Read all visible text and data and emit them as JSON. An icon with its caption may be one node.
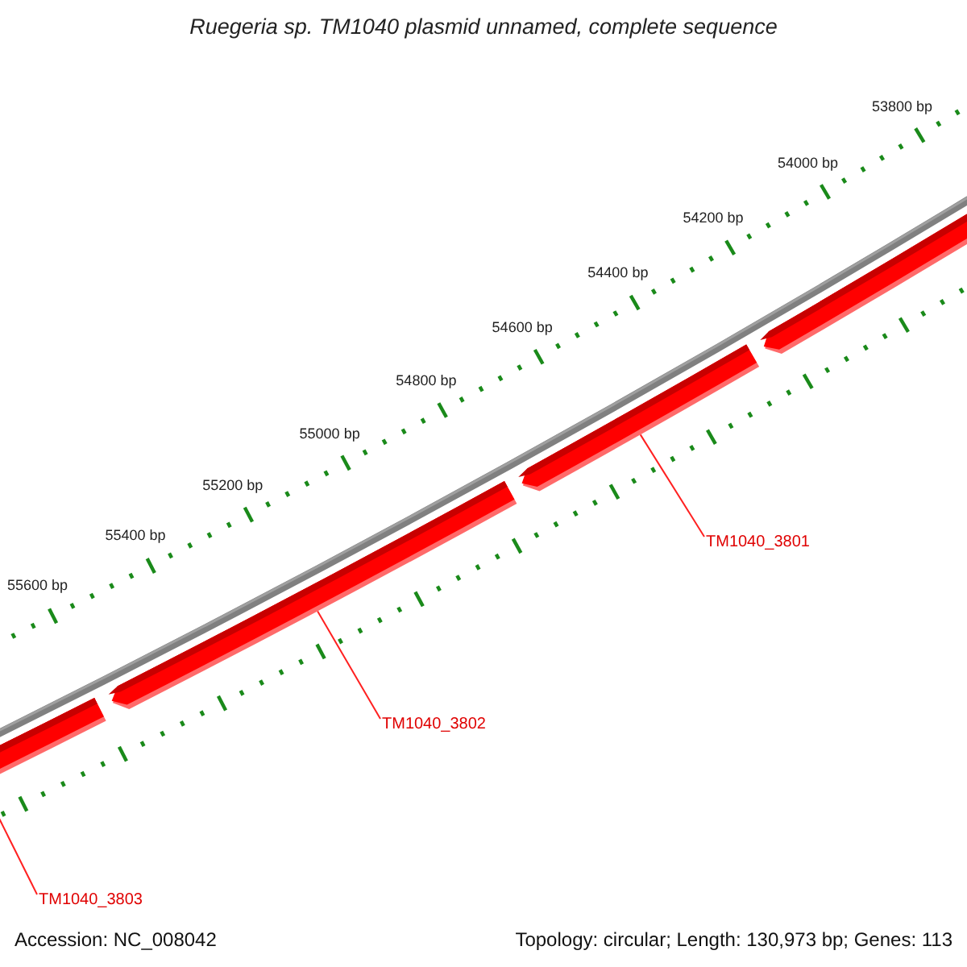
{
  "diagram": {
    "title": "Ruegeria sp. TM1040 plasmid unnamed, complete sequence",
    "nodes": [
      {
        "text": [
          "TM1040_3801"
        ]
      },
      {
        "text": [],
        "shape": "arrow"
      },
      {
        "text": [
          "TM1040_3802"
        ]
      },
      {
        "text": [],
        "shape": "arrow"
      },
      {
        "text": [
          "TM1040_3803"
        ]
      },
      {
        "text": [],
        "shape": "arrow"
      },
      {
        "text": [],
        "shape": "arrow"
      }
    ],
    "edges": [
      {
        "from": 0,
        "to": 1,
        "arrow": "none"
      },
      {
        "from": 2,
        "to": 3,
        "arrow": "none"
      },
      {
        "from": 4,
        "to": 5,
        "arrow": "none"
      }
    ],
    "labels": [
      "53800 bp",
      "54000 bp",
      "54200 bp",
      "54400 bp",
      "54600 bp",
      "54800 bp",
      "55000 bp",
      "55200 bp",
      "55400 bp",
      "55600 bp",
      "Accession: NC_008042",
      "Topology: circular; Length: 130,973 bp; Genes: 113"
    ]
  }
}
